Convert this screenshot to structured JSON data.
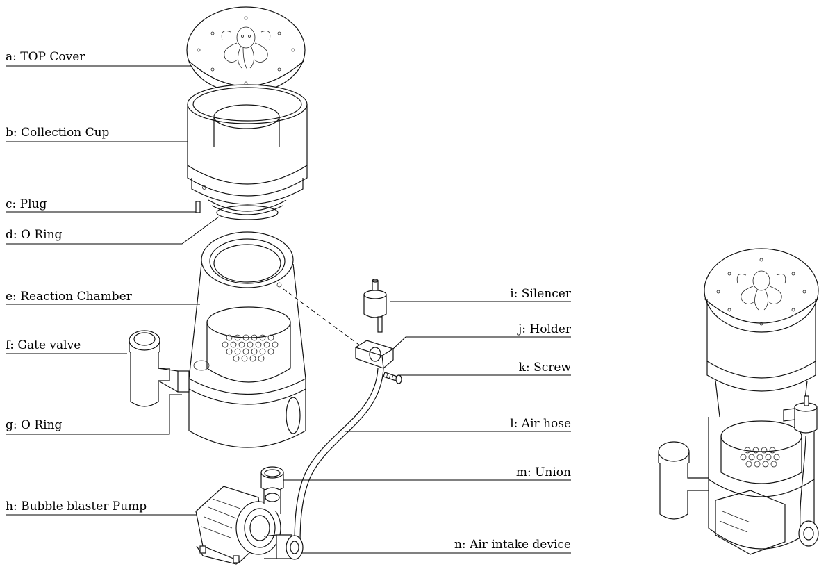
{
  "labels": {
    "a": "a: TOP Cover",
    "b": "b: Collection Cup",
    "c": "c: Plug",
    "d": "d: O Ring",
    "e": "e: Reaction Chamber",
    "f": "f: Gate valve",
    "g": "g: O Ring",
    "h": "h: Bubble blaster Pump",
    "i": "i: Silencer",
    "j": "j: Holder",
    "k": "k: Screw",
    "l": "l: Air hose",
    "m": "m: Union",
    "n": "n: Air intake device"
  }
}
